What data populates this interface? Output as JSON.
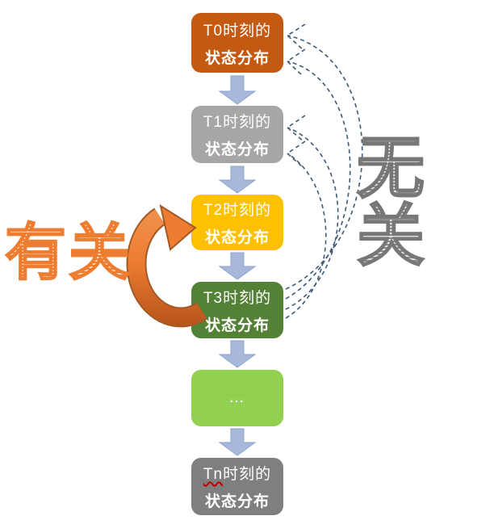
{
  "diagram": {
    "type": "markov-chain-state-flow",
    "boxes": [
      {
        "id": "t0",
        "line1": "T0时刻的",
        "line2": "状态分布",
        "color": "#C45911"
      },
      {
        "id": "t1",
        "line1": "T1时刻的",
        "line2": "状态分布",
        "color": "#A6A6A6"
      },
      {
        "id": "t2",
        "line1": "T2时刻的",
        "line2": "状态分布",
        "color": "#FFC000"
      },
      {
        "id": "t3",
        "line1": "T3时刻的",
        "line2": "状态分布",
        "color": "#538135"
      },
      {
        "id": "ellipsis",
        "line1": "...",
        "color": "#92D050"
      },
      {
        "id": "tn",
        "line1_prefix": "Tn",
        "line1_suffix": "时刻的",
        "line2": "状态分布",
        "color": "#7F7F7F",
        "spellcheck_underline_color": "#C00000"
      }
    ],
    "labels": {
      "related": "有关",
      "related_color": "#ED7D31",
      "unrelated": "无关",
      "unrelated_color": "#808080"
    },
    "connectors": {
      "down_block_arrows": {
        "count": 5,
        "fill": "#A7B8DB",
        "border": "#8EA3CD",
        "shape": "block-down-arrow"
      },
      "unrelated_dashed_curves": {
        "count": 4,
        "from": "t3",
        "to": [
          "t0",
          "t1"
        ],
        "stroke": "#3E5973",
        "style": "dashed",
        "arrowhead": "open-v"
      },
      "related_circular_arrow": {
        "from": "t3",
        "to": "t2",
        "fill_top": "#ED7D31",
        "fill_bottom": "#B9541C",
        "outline": "#A15A26",
        "shape": "circular-arrow"
      }
    }
  }
}
